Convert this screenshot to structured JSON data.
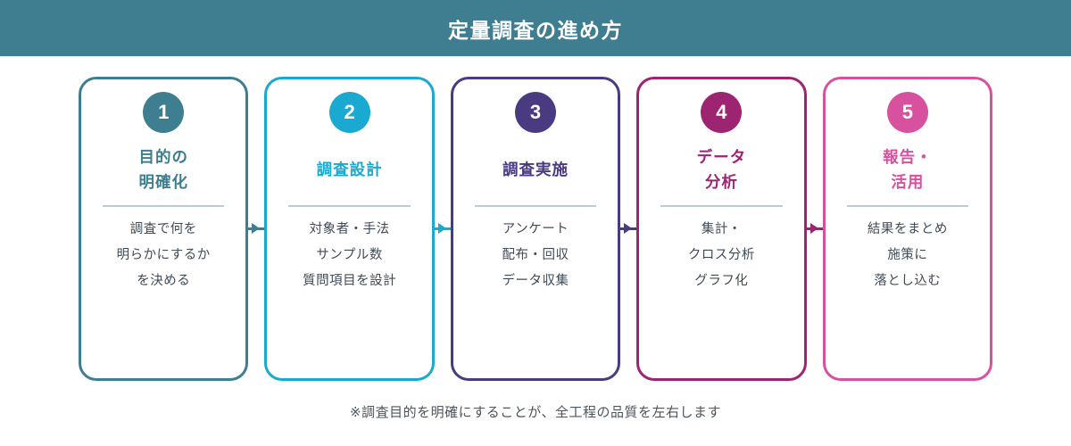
{
  "header": {
    "title": "定量調査の進め方"
  },
  "colors": {
    "header_bg": "#3e7e90",
    "divider": "#b7cdd9",
    "body_text": "#3f4b56",
    "note": "#4b555e"
  },
  "steps": [
    {
      "number": "1",
      "color": "#3d7e90",
      "title_lines": [
        "目的の",
        "明確化"
      ],
      "body_lines": [
        "調査で何を",
        "明らかにするか",
        "を決める"
      ]
    },
    {
      "number": "2",
      "color": "#1aa9d0",
      "title_lines": [
        "調査設計"
      ],
      "body_lines": [
        "対象者・手法",
        "サンプル数",
        "質問項目を設計"
      ]
    },
    {
      "number": "3",
      "color": "#4a3a82",
      "title_lines": [
        "調査実施"
      ],
      "body_lines": [
        "アンケート",
        "配布・回収",
        "データ収集"
      ]
    },
    {
      "number": "4",
      "color": "#9d2471",
      "title_lines": [
        "データ",
        "分析"
      ],
      "body_lines": [
        "集計・",
        "クロス分析",
        "グラフ化"
      ]
    },
    {
      "number": "5",
      "color": "#d8519e",
      "title_lines": [
        "報告・",
        "活用"
      ],
      "body_lines": [
        "結果をまとめ",
        "施策に",
        "落とし込む"
      ]
    }
  ],
  "footnote": {
    "text": "※調査目的を明確にすることが、全工程の品質を左右します"
  }
}
